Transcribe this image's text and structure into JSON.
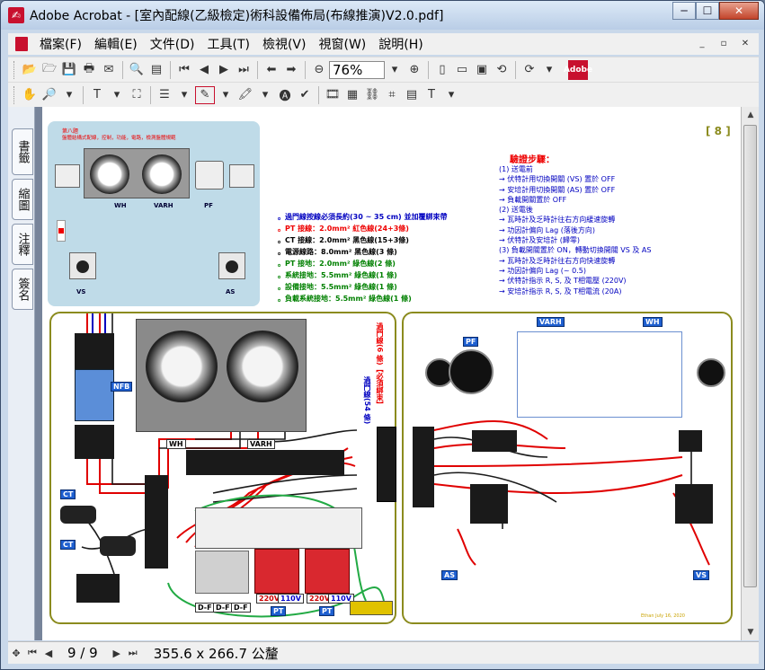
{
  "window": {
    "title": "Adobe Acrobat - [室內配線(乙級檢定)術科設備佈局(布線推演)V2.0.pdf]",
    "minimize": "─",
    "maximize": "☐",
    "close": "✕"
  },
  "menu": {
    "items": [
      "檔案(F)",
      "編輯(E)",
      "文件(D)",
      "工具(T)",
      "檢視(V)",
      "視窗(W)",
      "說明(H)"
    ],
    "mdi": [
      "_",
      "▫",
      "✕"
    ]
  },
  "toolbar": {
    "zoom_value": "76%",
    "adobe_label": "Adobe"
  },
  "side_tabs": [
    "書籤",
    "縮圖",
    "注釋",
    "簽名"
  ],
  "status": {
    "page": "9 / 9",
    "page_size": "355.6 x 266.7 公釐"
  },
  "doc": {
    "page_number": "[ 8 ]",
    "photo_caption_1": "第八題",
    "photo_caption_2": "盤體結構式配線，控制，功能，電路，檢測盤體規範",
    "meter_labels": [
      "WH",
      "VARH",
      "PF",
      "VS",
      "AS"
    ],
    "bullets": [
      {
        "text": "。過門線按線必須長約(30 ~ 35 cm) 並加覆綁束帶",
        "cls": "note-blue"
      },
      {
        "text": "。PT 接線：2.0mm² 紅色線(24+3條)",
        "cls": "note-red"
      },
      {
        "text": "。CT 接線：2.0mm² 黑色線(15+3條)",
        "cls": "note-black"
      },
      {
        "text": "。電源線路：8.0mm² 黑色線(3 條)",
        "cls": "note-black"
      },
      {
        "text": "。PT 接地：2.0mm² 綠色線(2 條)",
        "cls": "note-green"
      },
      {
        "text": "。系統接地：5.5mm² 綠色線(1 條)",
        "cls": "note-green"
      },
      {
        "text": "。設備接地：5.5mm² 綠色線(1 條)",
        "cls": "note-green"
      },
      {
        "text": "。負載系統接地：5.5mm² 綠色線(1 條)",
        "cls": "note-green"
      }
    ],
    "steps_title": "驗證步驟：",
    "steps": [
      {
        "text": "(1) 送電前",
        "cls": "note-blue"
      },
      {
        "text": "   → 伏特計用切換開關 (VS) 置於 OFF",
        "cls": "note-blue"
      },
      {
        "text": "   → 安培計用切換開關 (AS) 置於 OFF",
        "cls": "note-blue"
      },
      {
        "text": "   → 負載開關置於 OFF",
        "cls": "note-blue"
      },
      {
        "text": "(2) 送電後",
        "cls": "note-blue"
      },
      {
        "text": "   → 瓦時計及乏時計往右方向緩速旋轉",
        "cls": "note-blue"
      },
      {
        "text": "   → 功因計偏向 Lag (落後方向)",
        "cls": "note-blue"
      },
      {
        "text": "   → 伏特計及安培計 (歸零)",
        "cls": "note-blue"
      },
      {
        "text": "(3) 負載開關置於 ON，轉動切換開關 VS 及 AS",
        "cls": "note-blue"
      },
      {
        "text": "   → 瓦時計及乏時計往右方向快速旋轉",
        "cls": "note-blue"
      },
      {
        "text": "   → 功因計偏向 Lag (~ 0.5)",
        "cls": "note-blue"
      },
      {
        "text": "   → 伏特計指示 R, S, 及 T相電壓 (220V)",
        "cls": "note-blue"
      },
      {
        "text": "   → 安培計指示 R, S, 及 T相電流 (20A)",
        "cls": "note-blue"
      }
    ],
    "door_label_1": "過門線(6 條)【必須綁束】",
    "door_label_2": "過門線(54 條)",
    "diagram_labels": {
      "nfb": "NFB",
      "ct1": "CT",
      "ct2": "CT",
      "wh": "WH",
      "varh": "VARH",
      "pf": "PF",
      "varh2": "VARH",
      "wh2": "WH",
      "as": "AS",
      "vs": "VS",
      "pt1": "PT",
      "pt2": "PT",
      "df": [
        "D-F",
        "D-F",
        "D-F"
      ],
      "pt_taps": [
        "220V",
        "110V",
        "220V",
        "110V"
      ]
    },
    "signature": "Ethan  July 16, 2020"
  },
  "colors": {
    "accent": "#c8102e",
    "panel_border": "#8b8b1e",
    "wire_red": "#e00000",
    "wire_green": "#22aa44",
    "wire_black": "#111111"
  }
}
